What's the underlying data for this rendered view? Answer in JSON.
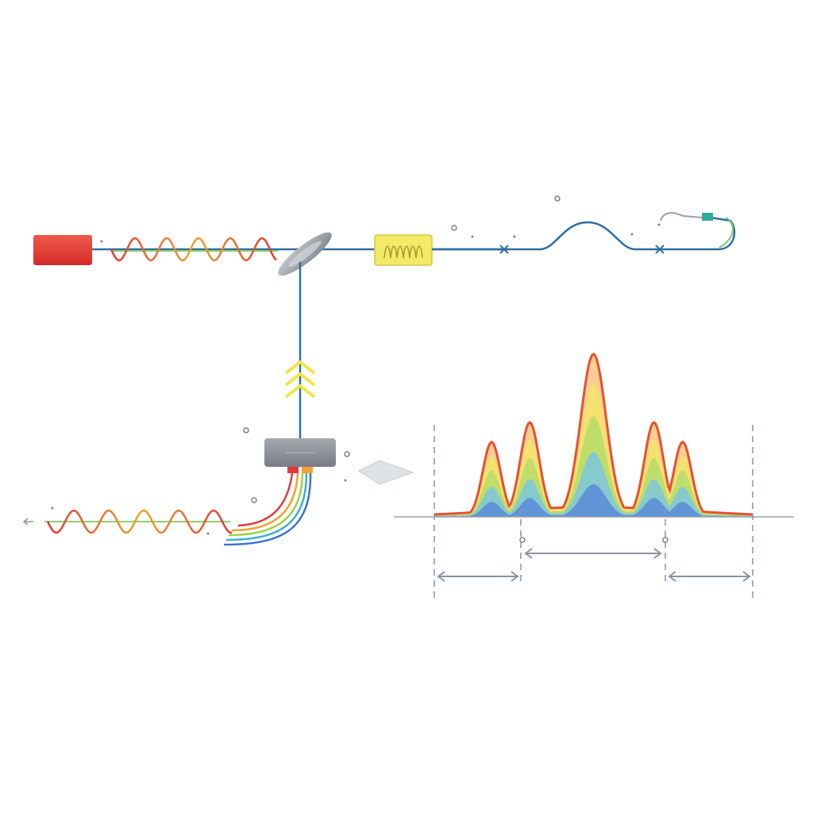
{
  "diagram": {
    "background": "#ffffff",
    "colors": {
      "laser": "#e2383a",
      "fiber": "#2f6f9e",
      "filter_box": "#f3ea6a",
      "filter_border": "#d8c83a",
      "splitter": "#9a9ea6",
      "detector": "#8e9097",
      "arrow_chevron": "#f0e64a",
      "baseline": "#9aa0aa",
      "dim_arrow": "#8a93a3"
    },
    "components": [
      {
        "id": "laser-source",
        "kind": "laser",
        "icon": "laser-icon"
      },
      {
        "id": "input-wave",
        "kind": "wave",
        "icon": "wave-icon"
      },
      {
        "id": "beam-splitter",
        "kind": "beam-splitter",
        "icon": "mirror-icon"
      },
      {
        "id": "filter",
        "kind": "filter",
        "icon": "filter-icon"
      },
      {
        "id": "fiber-loop",
        "kind": "fiber",
        "icon": "fiber-icon"
      },
      {
        "id": "upward-chevrons",
        "kind": "direction",
        "icon": "chevron-up-icon"
      },
      {
        "id": "detector",
        "kind": "detector",
        "icon": "detector-icon"
      },
      {
        "id": "output-wave",
        "kind": "wave",
        "icon": "wave-icon"
      },
      {
        "id": "output-arrow",
        "kind": "direction",
        "icon": "arrow-right-icon"
      }
    ],
    "wave_colors": [
      "#e2383a",
      "#f2a12e",
      "#f5d23a",
      "#9ed04a",
      "#3fb0cf",
      "#3f6fd0"
    ],
    "spectrum": {
      "peaks": [
        {
          "center": 0.18,
          "height": 0.46,
          "width": 0.028
        },
        {
          "center": 0.3,
          "height": 0.58,
          "width": 0.03
        },
        {
          "center": 0.5,
          "height": 1.0,
          "width": 0.04
        },
        {
          "center": 0.69,
          "height": 0.58,
          "width": 0.03
        },
        {
          "center": 0.78,
          "height": 0.46,
          "width": 0.028
        }
      ],
      "outline_color": "#e8502e",
      "band_colors": [
        "#f7c98a",
        "#f3e36a",
        "#b9dd6a",
        "#7fc8d8",
        "#5b8fd8"
      ]
    }
  }
}
